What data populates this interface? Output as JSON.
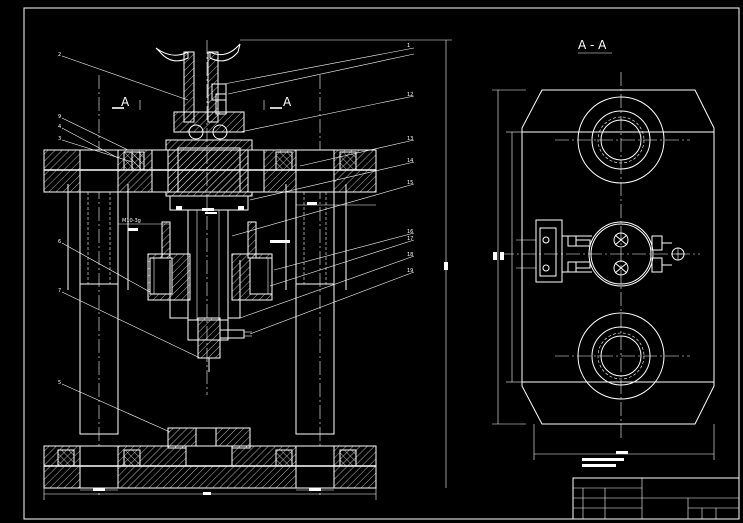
{
  "section_label": "A - A",
  "section_marks": [
    "A",
    "A"
  ],
  "thread_note": "M10-3g",
  "part_numbers": [
    "1",
    "12",
    "13",
    "14",
    "15",
    "16",
    "17",
    "18",
    "19",
    "2",
    "9",
    "4",
    "3",
    "6",
    "7",
    "5"
  ],
  "colors": {
    "background": "#000000",
    "lines": "#ffffff"
  }
}
